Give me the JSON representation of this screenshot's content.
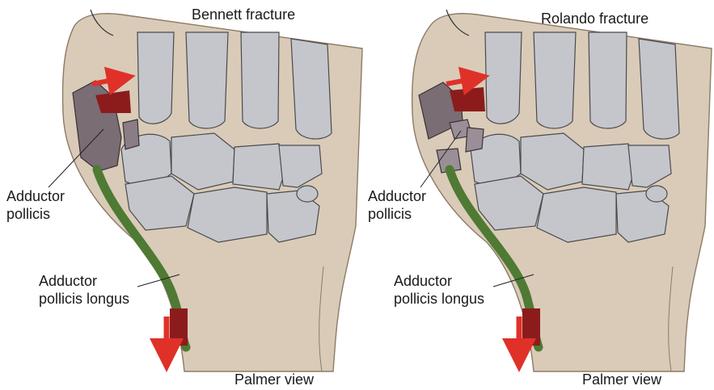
{
  "panels": [
    {
      "title": "Bennett fracture",
      "labels": {
        "adductor_pollicis": "Adductor\npollicis",
        "adductor_pollicis_longus": "Adductor\npollicis longus",
        "view": "Palmer view"
      }
    },
    {
      "title": "Rolando fracture",
      "labels": {
        "adductor_pollicis": "Adductor\npollicis",
        "adductor_pollicis_longus": "Adductor\npollicis longus",
        "view": "Palmer view"
      }
    }
  ],
  "colors": {
    "skin": "#d9cbb8",
    "skin_shadow": "#c6b49d",
    "bone": "#c4c6cb",
    "bone_outline": "#4a4a4e",
    "tendon": "#4f7a33",
    "fragment_dark": "#7a6d74",
    "muscle_red": "#8c1c1c",
    "arrow_red": "#e03128"
  }
}
